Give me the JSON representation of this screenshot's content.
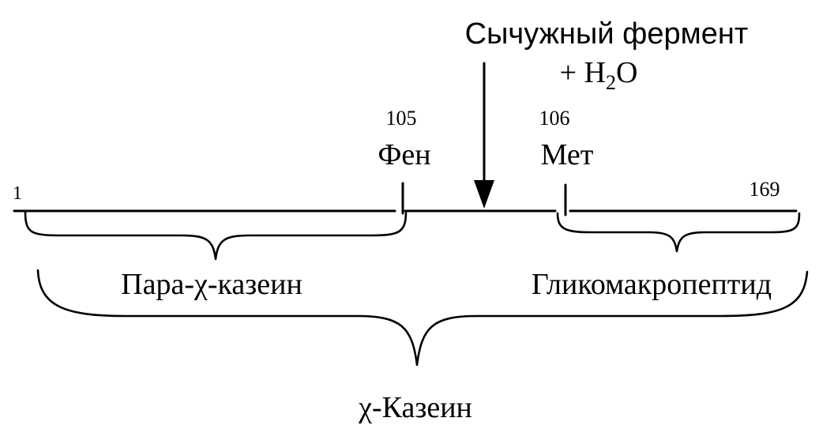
{
  "diagram": {
    "enzyme": {
      "line1": "Сычужный фермент",
      "line2_prefix": "+ H",
      "line2_sub": "2",
      "line2_suffix": "O"
    },
    "residues": {
      "left": {
        "number": "105",
        "name": "Фен"
      },
      "right": {
        "number": "106",
        "name": "Мет"
      }
    },
    "chain": {
      "start_number": "1",
      "end_number": "169"
    },
    "fragments": {
      "left": "Пара-χ-казеин",
      "right": "Гликомакропептид",
      "whole": "χ-Казеин"
    }
  }
}
